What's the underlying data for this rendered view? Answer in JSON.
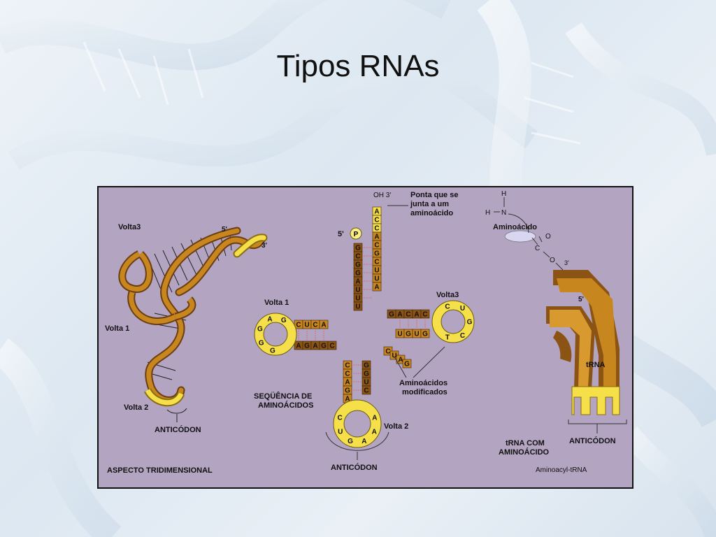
{
  "slide": {
    "title": "Tipos RNAs"
  },
  "colors": {
    "panel": "#b3a4c1",
    "strand": "#c8861e",
    "strand_dark": "#6b3d12",
    "loop": "#f5e04a",
    "loop_light": "#fbef88"
  },
  "panel_left": {
    "volta3": "Volta3",
    "end5": "5'",
    "end3": "3'",
    "volta1": "Volta 1",
    "volta2": "Volta 2",
    "anticodon": "ANTICÓDON",
    "caption": "ASPECTO TRIDIMENSIONAL"
  },
  "panel_center": {
    "oh3": "OH 3'",
    "ponta_line1": "Ponta que se",
    "ponta_line2": "junta a um",
    "ponta_line3": "aminoácido",
    "end5": "5'",
    "phosphate": "P",
    "volta1": "Volta 1",
    "volta3": "Volta3",
    "volta2": "Volta 2",
    "seq_line1": "SEQÜÊNCIA DE",
    "seq_line2": "AMINOÁCIDOS",
    "mod_line1": "Aminoácidos",
    "mod_line2": "modificados",
    "anticodon": "ANTICÓDON",
    "acceptor_3prime": [
      "A",
      "C",
      "C",
      "A",
      "C",
      "G",
      "C",
      "U",
      "U",
      "A"
    ],
    "acceptor_5prime": [
      "G",
      "C",
      "G",
      "G",
      "A",
      "U",
      "U",
      "U"
    ],
    "d_arm_top": [
      "C",
      "U",
      "C",
      "A"
    ],
    "d_arm_bottom": [
      "A",
      "G",
      "A",
      "G",
      "C"
    ],
    "d_loop": [
      "G",
      "A",
      "G",
      "G",
      "G"
    ],
    "t_arm_top": [
      "G",
      "A",
      "C",
      "A",
      "C"
    ],
    "t_arm_bottom": [
      "U",
      "G",
      "U",
      "G"
    ],
    "t_loop": [
      "C",
      "U",
      "G",
      "C",
      "T"
    ],
    "var_loop": [
      "C",
      "U",
      "A",
      "G"
    ],
    "ac_arm_left": [
      "C",
      "C",
      "A",
      "G",
      "A"
    ],
    "ac_arm_right": [
      "G",
      "G",
      "U",
      "C"
    ],
    "ac_loop": [
      "C",
      "U",
      "G",
      "A",
      "A",
      "A"
    ]
  },
  "panel_right": {
    "h_top": "H",
    "h_left": "H",
    "n": "N",
    "aminoacido": "Aminoácido",
    "c": "C",
    "o_top": "O",
    "o_link": "O",
    "end3": "3'",
    "end5": "5'",
    "trna": "tRNA",
    "anticodon": "ANTICÓDON",
    "caption_line1": "tRNA COM",
    "caption_line2": "AMINOÁCIDO",
    "aminoacyl": "Aminoacyl-tRNA"
  }
}
